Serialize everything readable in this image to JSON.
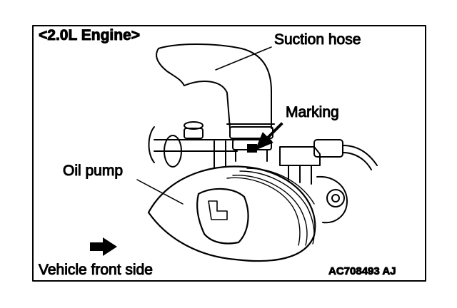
{
  "title": "<2.0L Engine>",
  "labels": {
    "suction_hose": "Suction hose",
    "marking": "Marking",
    "oil_pump": "Oil pump",
    "vehicle_front": "Vehicle front side"
  },
  "figure_code": "AC708493 AJ",
  "colors": {
    "ink": "#000000",
    "paper": "#ffffff"
  }
}
